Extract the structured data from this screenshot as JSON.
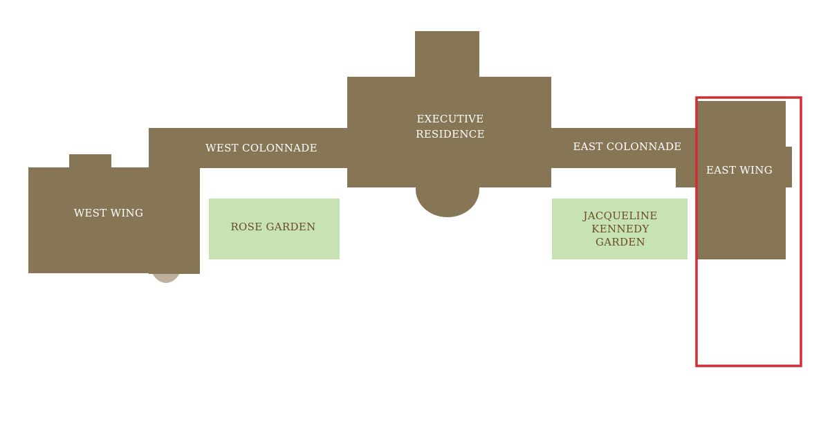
{
  "colors": {
    "building": "#877655",
    "garden": "#c8e3b3",
    "oval": "#bdb09c",
    "highlight": "#d42a34",
    "building_text": "#ffffff",
    "garden_text": "#6b4c26",
    "background": "#ffffff"
  },
  "labels": {
    "west_wing": "WEST WING",
    "west_colonnade": "WEST COLONNADE",
    "executive_residence_1": "EXECUTIVE",
    "executive_residence_2": "RESIDENCE",
    "east_colonnade": "EAST COLONNADE",
    "east_wing": "EAST WING",
    "rose_garden": "ROSE GARDEN",
    "jk_garden_1": "JACQUELINE",
    "jk_garden_2": "KENNEDY",
    "jk_garden_3": "GARDEN"
  },
  "highlighted_area": "east_wing"
}
